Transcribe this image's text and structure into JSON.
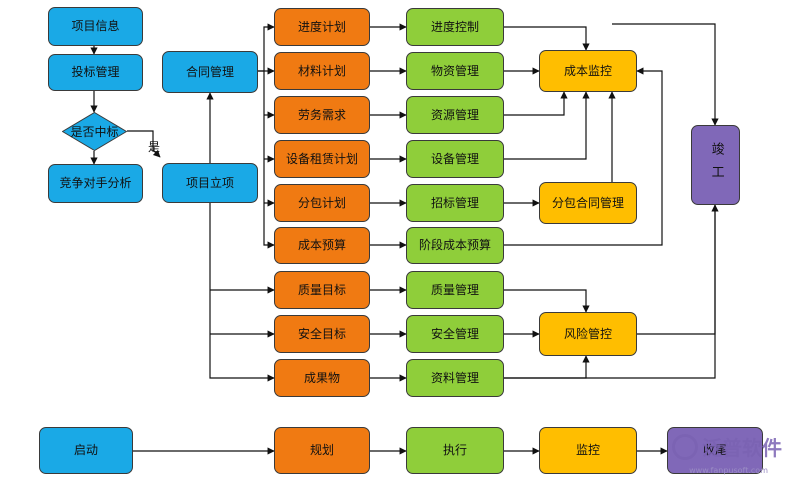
{
  "nodes": {
    "project_info": "项目信息",
    "bid_management": "投标管理",
    "bid_won": "是否中标",
    "competitor_analysis": "竞争对手分析",
    "contract_management": "合同管理",
    "project_setup": "项目立项",
    "schedule_plan": "进度计划",
    "material_plan": "材料计划",
    "labor_demand": "劳务需求",
    "equipment_lease_plan": "设备租赁计划",
    "subcontract_plan": "分包计划",
    "cost_budget": "成本预算",
    "quality_target": "质量目标",
    "safety_target": "安全目标",
    "deliverables": "成果物",
    "schedule_control": "进度控制",
    "material_management": "物资管理",
    "resource_management": "资源管理",
    "equipment_management": "设备管理",
    "tender_management": "招标管理",
    "stage_cost_budget": "阶段成本预算",
    "quality_management": "质量管理",
    "safety_management": "安全管理",
    "document_management": "资料管理",
    "cost_monitoring": "成本监控",
    "subcontract_management": "分包合同管理",
    "risk_control": "风险管控",
    "completion": "竣工"
  },
  "edge_labels": {
    "yes": "是"
  },
  "phases": {
    "start": "启动",
    "planning": "规划",
    "execution": "执行",
    "monitoring": "监控",
    "closing": "收尾"
  },
  "watermark": {
    "brand": "泛普软件",
    "url": "www.fanpusoft.com"
  },
  "colors": {
    "initiation_blue": "#1aa9e6",
    "planning_orange": "#f07a12",
    "execution_green": "#8fce3a",
    "monitoring_yellow": "#ffbe00",
    "closing_purple": "#8068b8"
  }
}
